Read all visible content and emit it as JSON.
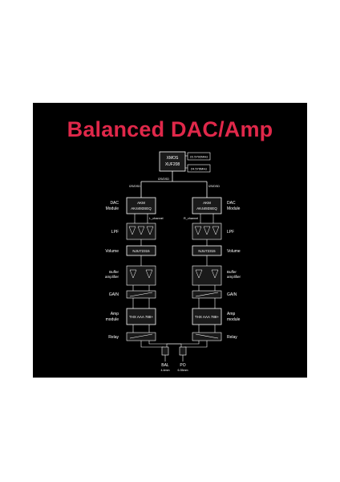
{
  "title": "Balanced DAC/Amp",
  "colors": {
    "title": "#e0284a",
    "background": "#000000",
    "box": "#1a1a1a",
    "line": "#ffffff",
    "text": "#ffffff"
  },
  "xmos": {
    "line1": "XMOS",
    "line2": "XUF208"
  },
  "clocks": [
    "22.5792MHz",
    "24.576MHz"
  ],
  "bus_labels": {
    "center": "I2S/DSD",
    "left": "I2S/DSD",
    "right": "I2S/DSD"
  },
  "channel_labels": {
    "left": "L_channel",
    "right": "R_channel"
  },
  "stage_labels": {
    "dac_line1": "DAC",
    "dac_line2": "Module",
    "lpf": "LPF",
    "volume": "Volume",
    "buffer_line1": "Buffer",
    "buffer_line2": "amplifier",
    "gain": "GAIN",
    "amp_line1": "Amp",
    "amp_line2": "module",
    "relay": "Relay"
  },
  "blocks": {
    "dac_line1": "AKM",
    "dac_line2": "AK4493SEQ",
    "volume": "NJU72315",
    "amp": "THX AAA 788+"
  },
  "outputs": {
    "bal_label": "BAL",
    "bal_size": "4.4mm",
    "po_label": "PO",
    "po_size": "6.35mm"
  }
}
